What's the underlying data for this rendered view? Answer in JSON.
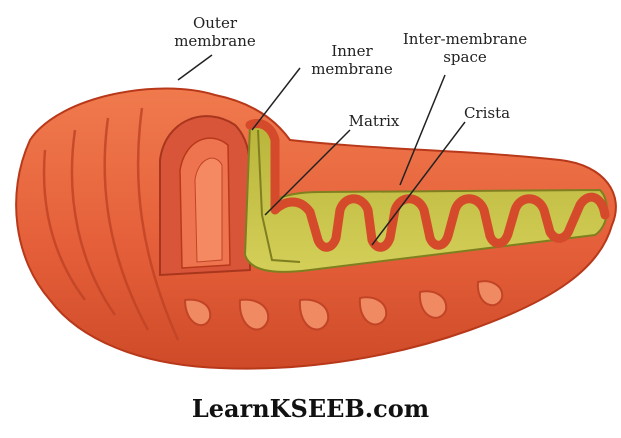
{
  "labels": {
    "outer_membrane": [
      "Outer",
      "membrane"
    ],
    "inner_membrane": [
      "Inner",
      "membrane"
    ],
    "intermembrane_space": [
      "Inter-membrane",
      "space"
    ],
    "matrix": "Matrix",
    "crista": "Crista"
  },
  "footer": {
    "watermark": "LearnKSEEB.com"
  },
  "colors": {
    "outer": "#e8643a",
    "outer_dark": "#b8381a",
    "inner_fill": "#c7c23e",
    "inner_dark": "#7f7f20",
    "membrane_red": "#d44a2a",
    "leader_line": "#222222"
  }
}
